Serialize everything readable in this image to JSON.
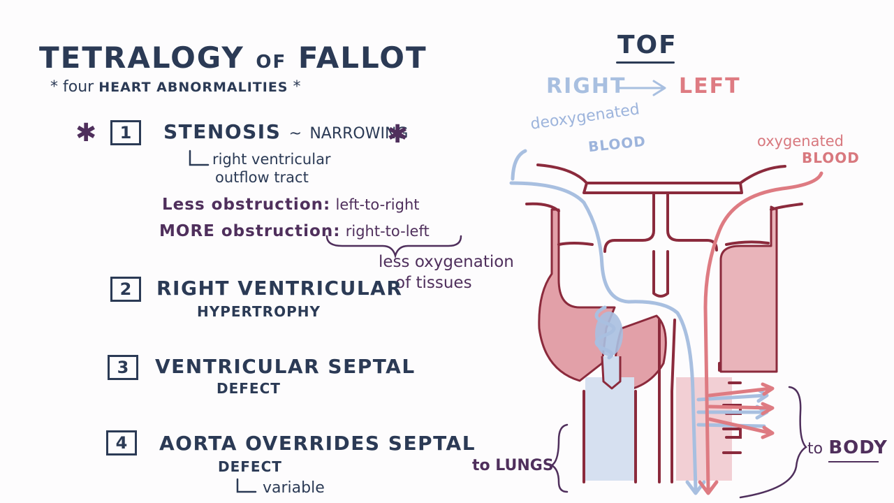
{
  "title": {
    "main": "Tetralogy",
    "of": "of",
    "name": "Fallot"
  },
  "subtitle": {
    "star_left": "*",
    "text": "four",
    "caps": "Heart Abnormalities",
    "star_right": "*"
  },
  "items": [
    {
      "number": "1",
      "heading": "Stenosis",
      "tilde": "~",
      "meaning": "narrowing",
      "detail_line1": "right ventricular",
      "detail_line2": "outflow tract",
      "less_label": "Less obstruction:",
      "less_value": "left-to-right",
      "more_label": "MORE obstruction:",
      "more_value": "right-to-left",
      "more_note_line1": "less oxygenation",
      "more_note_line2": "of tissues",
      "star": "✱"
    },
    {
      "number": "2",
      "heading": "Right Ventricular",
      "sub": "Hypertrophy"
    },
    {
      "number": "3",
      "heading": "Ventricular Septal",
      "sub": "Defect"
    },
    {
      "number": "4",
      "heading": "Aorta overrides Septal",
      "sub": "Defect",
      "note": "variable"
    }
  ],
  "diagram": {
    "title": "TOF",
    "direction_from": "RIGHT",
    "direction_to": "LEFT",
    "deoxy_label": "deoxygenated",
    "deoxy_blood": "BLOOD",
    "oxy_label": "oxygenated",
    "oxy_blood": "BLOOD",
    "to_lungs": "to LUNGS",
    "to_body_prefix": "to",
    "to_body": "BODY",
    "colors": {
      "deoxygenated": "#a8bfe0",
      "oxygenated": "#de7b82",
      "heart_wall": "#8b2a3c",
      "heart_fill": "#e2a0a8",
      "ink_navy": "#2b3a55",
      "ink_purple": "#4f2f5c"
    }
  }
}
